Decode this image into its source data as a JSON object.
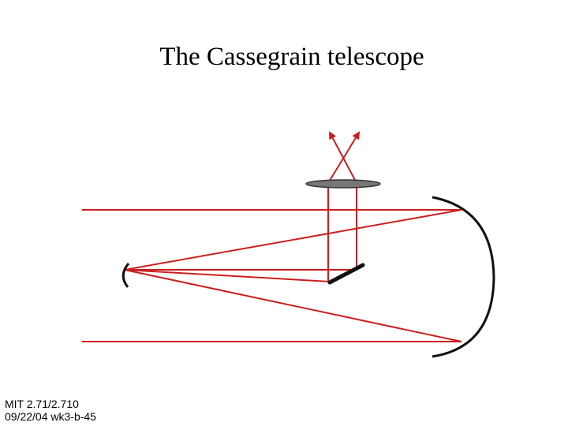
{
  "title": "The Cassegrain telescope",
  "footer": {
    "line1": "MIT 2.71/2.710",
    "line2": "09/22/04 wk3-b-45"
  },
  "colors": {
    "ray": "#cc1f1f",
    "mirror": "#111111",
    "lens_fill": "#777777",
    "lens_stroke": "#333333"
  }
}
